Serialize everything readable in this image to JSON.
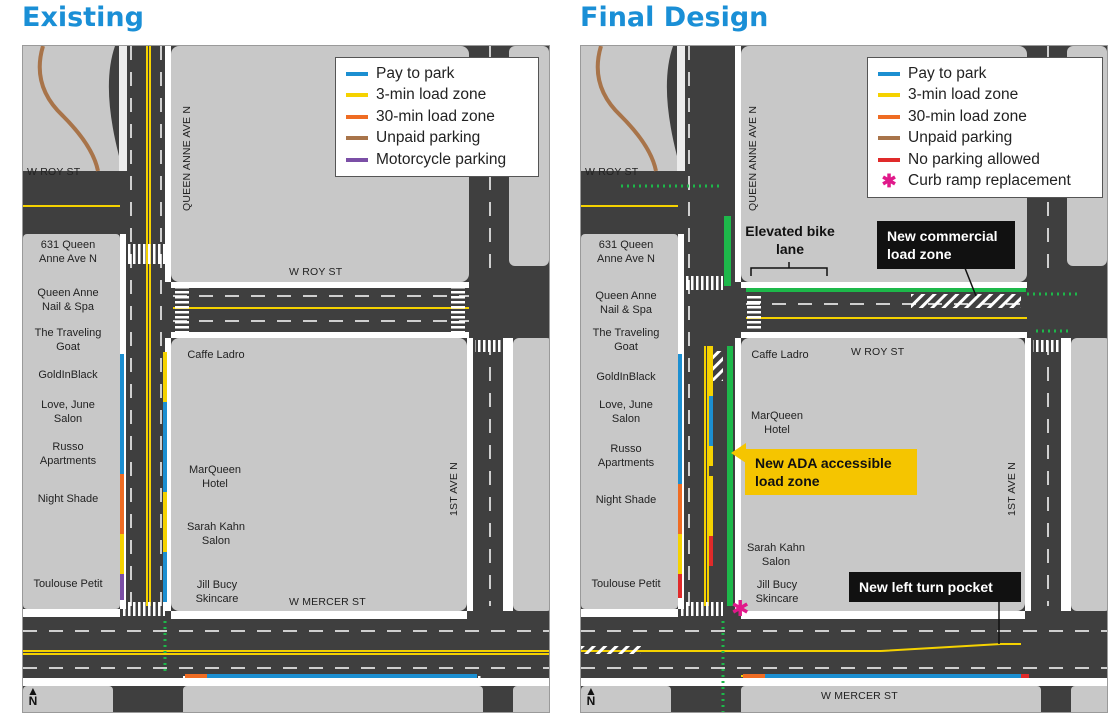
{
  "panels": [
    {
      "title": "Existing",
      "legend": [
        {
          "label": "Pay to park",
          "color": "#1c8fd1"
        },
        {
          "label": "3-min load zone",
          "color": "#f5d200"
        },
        {
          "label": "30-min load zone",
          "color": "#ef6c23"
        },
        {
          "label": "Unpaid parking",
          "color": "#a8744a"
        },
        {
          "label": "Motorcycle parking",
          "color": "#7b4fa6"
        }
      ],
      "streets": {
        "w_roy_st_left": "W ROY ST",
        "w_roy_st": "W ROY ST",
        "queen_anne_ave_n": "QUEEN ANNE AVE N",
        "first_ave_n": "1ST AVE N",
        "w_mercer_st": "W MERCER ST"
      },
      "businesses_left": [
        "631 Queen Anne Ave N",
        "Queen Anne Nail & Spa",
        "The Traveling Goat",
        "GoldInBlack",
        "Love, June Salon",
        "Russo Apartments",
        "Night Shade",
        "Toulouse Petit"
      ],
      "businesses_right": [
        "Caffe Ladro",
        "MarQueen Hotel",
        "Sarah Kahn Salon",
        "Jill Bucy Skincare"
      ],
      "north": "N"
    },
    {
      "title": "Final Design",
      "legend": [
        {
          "label": "Pay to park",
          "color": "#1c8fd1"
        },
        {
          "label": "3-min load zone",
          "color": "#f5d200"
        },
        {
          "label": "30-min load zone",
          "color": "#ef6c23"
        },
        {
          "label": "Unpaid parking",
          "color": "#a8744a"
        },
        {
          "label": "No parking allowed",
          "color": "#e02a2a"
        },
        {
          "label": "Curb ramp replacement",
          "color": "#e0198a",
          "symbol": "asterisk"
        }
      ],
      "streets": {
        "w_roy_st_left": "W ROY ST",
        "w_roy_st": "W ROY ST",
        "queen_anne_ave_n": "QUEEN ANNE AVE N",
        "first_ave_n": "1ST AVE N",
        "w_mercer_st": "W MERCER ST"
      },
      "businesses_left": [
        "631 Queen Anne Ave N",
        "Queen Anne Nail & Spa",
        "The Traveling Goat",
        "GoldInBlack",
        "Love, June Salon",
        "Russo Apartments",
        "Night Shade",
        "Toulouse Petit"
      ],
      "businesses_right": [
        "Caffe Ladro",
        "MarQueen Hotel",
        "Sarah Kahn Salon",
        "Jill Bucy Skincare"
      ],
      "callouts": {
        "elevated_bike_lane": "Elevated bike lane",
        "new_commercial_load_zone": "New commercial load zone",
        "new_ada_load_zone": "New ADA accessible load zone",
        "new_left_turn_pocket": "New left turn pocket"
      },
      "north": "N"
    }
  ]
}
